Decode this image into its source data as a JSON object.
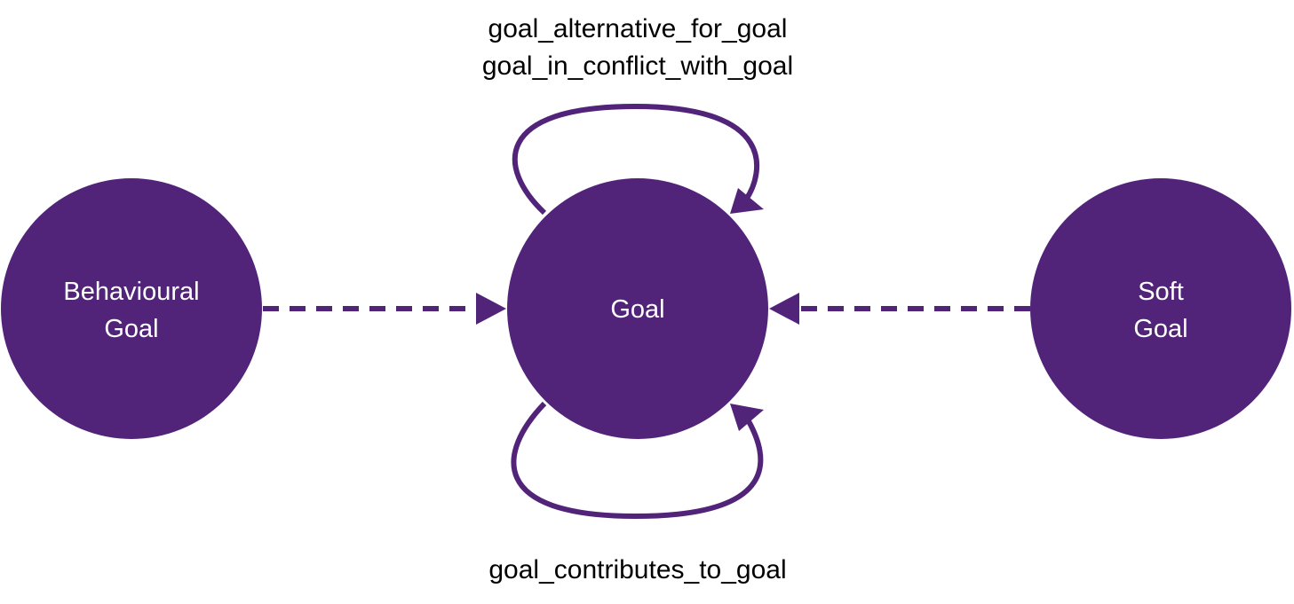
{
  "colors": {
    "node_fill": "#51247a",
    "edge_stroke": "#51247a",
    "node_text": "#ffffff",
    "edge_text": "#000000",
    "background": "#ffffff"
  },
  "nodes": {
    "behavioural_goal": {
      "line1": "Behavioural",
      "line2": "Goal"
    },
    "goal": {
      "label": "Goal"
    },
    "soft_goal": {
      "line1": "Soft",
      "line2": "Goal"
    }
  },
  "edges": {
    "top_loop": {
      "label_line1": "goal_alternative_for_goal",
      "label_line2": "goal_in_conflict_with_goal",
      "style": "solid"
    },
    "bottom_loop": {
      "label": "goal_contributes_to_goal",
      "style": "solid"
    },
    "behavioural_to_goal": {
      "style": "dashed"
    },
    "soft_to_goal": {
      "style": "dashed"
    }
  }
}
